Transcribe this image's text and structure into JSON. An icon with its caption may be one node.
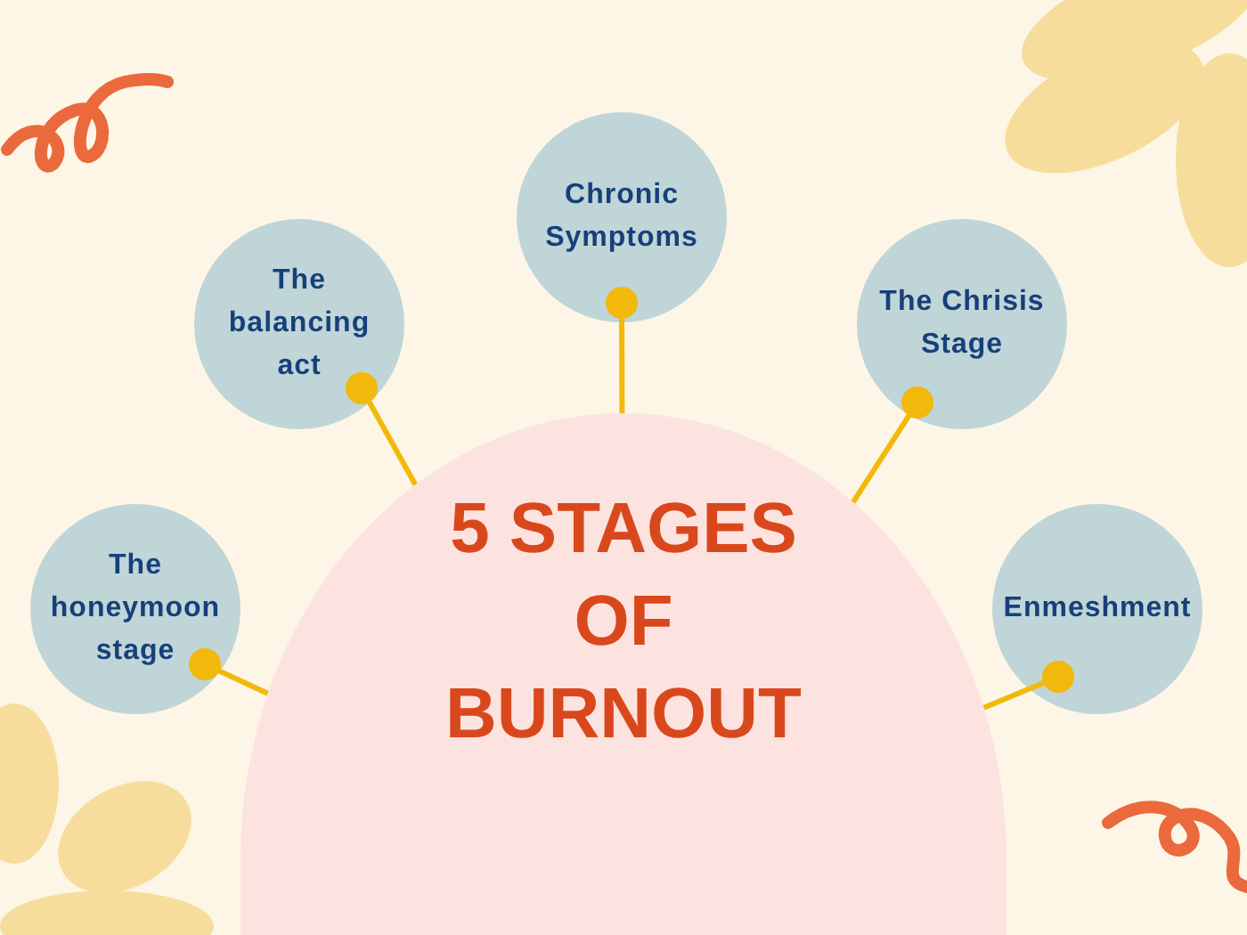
{
  "diagram": {
    "nodes": [
      {
        "text": [
          "5 STAGES OF BURNOUT"
        ]
      },
      {
        "text": [
          "The honeymoon stage"
        ]
      },
      {
        "text": [
          "The balancing act"
        ]
      },
      {
        "text": [
          "Chronic Symptoms"
        ]
      },
      {
        "text": [
          "The Chrisis Stage"
        ]
      },
      {
        "text": [
          "Enmeshment"
        ]
      }
    ],
    "edges": [
      {
        "from": 1,
        "to": 0,
        "arrow": "other"
      },
      {
        "from": 2,
        "to": 0,
        "arrow": "other"
      },
      {
        "from": 3,
        "to": 0,
        "arrow": "other"
      },
      {
        "from": 4,
        "to": 0,
        "arrow": "other"
      },
      {
        "from": 5,
        "to": 0,
        "arrow": "other"
      }
    ]
  }
}
